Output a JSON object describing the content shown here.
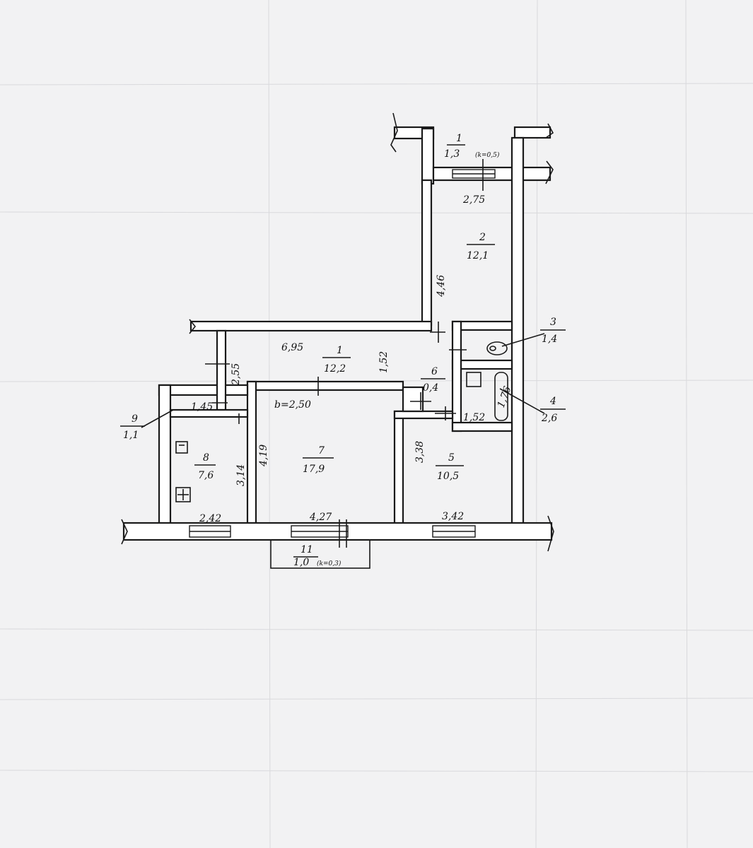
{
  "rooms": [
    {
      "num": "1",
      "area": "1,3",
      "note": "(k=0,5)"
    },
    {
      "num": "2",
      "area": "12,1"
    },
    {
      "num": "3",
      "area": "1,4"
    },
    {
      "num": "4",
      "area": "2,6"
    },
    {
      "num": "5",
      "area": "10,5"
    },
    {
      "num": "6",
      "area": "0,4"
    },
    {
      "num": "7",
      "area": "17,9"
    },
    {
      "num": "8",
      "area": "7,6"
    },
    {
      "num": "9",
      "area": "1,1"
    },
    {
      "num": "1",
      "area": "12,2"
    },
    {
      "num": "11",
      "area": "1,0",
      "note": "(k=0,3)"
    }
  ],
  "dimensions": {
    "d_275": "2,75",
    "d_446": "4,46",
    "d_695": "6,95",
    "d_152a": "1,52",
    "d_255": "2,55",
    "d_145": "1,45",
    "d_b250": "b=2,50",
    "d_338": "3,38",
    "d_152b": "1,52",
    "d_176": "1,76",
    "d_314": "3,14",
    "d_419": "4,19",
    "d_242": "2,42",
    "d_427": "4,27",
    "d_342": "3,42"
  }
}
